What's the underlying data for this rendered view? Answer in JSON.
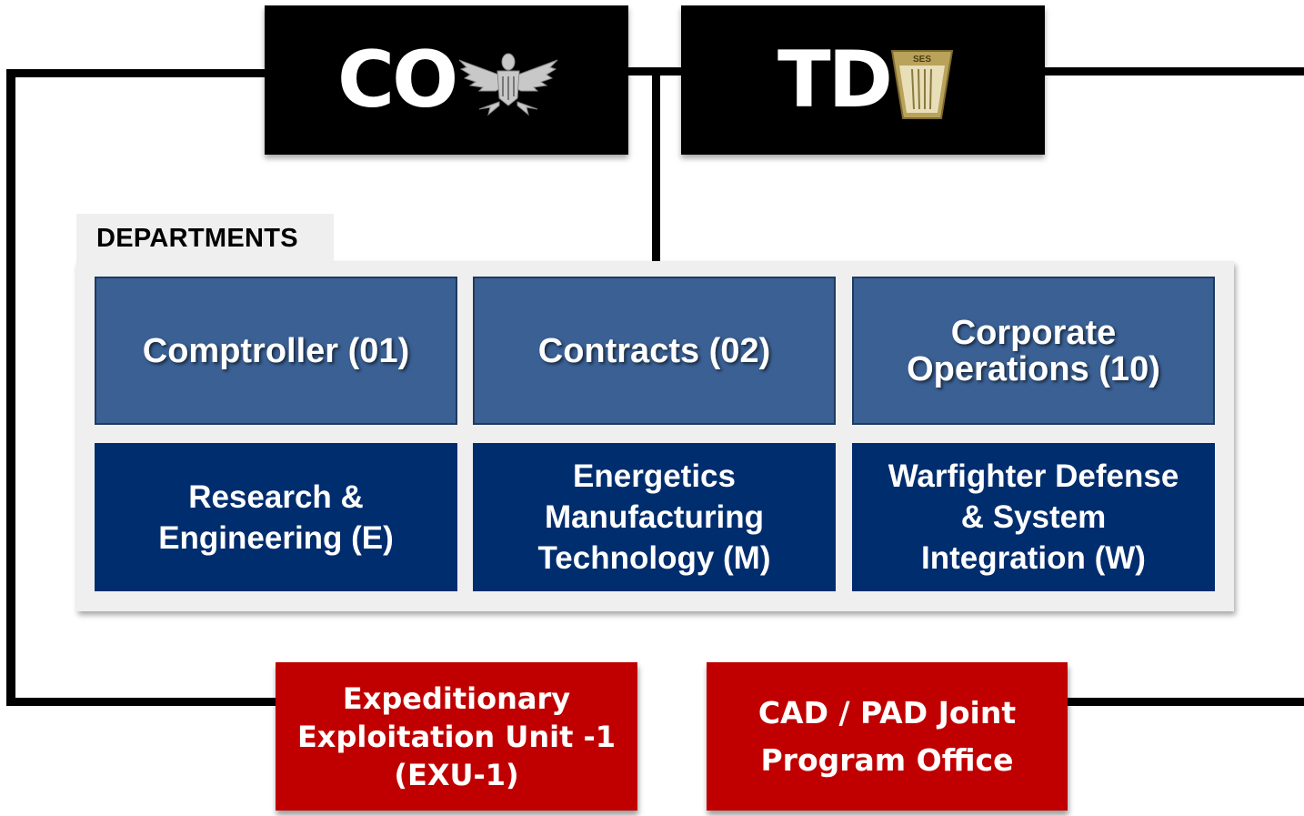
{
  "leaders": {
    "co": {
      "label": "CO",
      "insignia": "colonel-eagle-icon"
    },
    "td": {
      "label": "TD",
      "insignia": "ses-keystone-icon",
      "insignia_text": "SES"
    }
  },
  "departments": {
    "label": "DEPARTMENTS",
    "top_row": [
      {
        "name": "Comptroller (01)"
      },
      {
        "name": "Contracts (02)"
      },
      {
        "name": "Corporate Operations (10)",
        "lines": [
          "Corporate",
          "Operations (10)"
        ]
      }
    ],
    "bottom_row": [
      {
        "lines": [
          "Research &",
          "Engineering (E)"
        ]
      },
      {
        "lines": [
          "Energetics",
          "Manufacturing",
          "Technology (M)"
        ]
      },
      {
        "lines": [
          "Warfighter Defense",
          "& System",
          "Integration (W)"
        ]
      }
    ]
  },
  "units": [
    {
      "lines": [
        "Expeditionary",
        "Exploitation Unit -1",
        "(EXU-1)"
      ]
    },
    {
      "lines": [
        "CAD / PAD Joint",
        "Program Office"
      ]
    }
  ],
  "colors": {
    "leader_box": "#000000",
    "dept_top": "#3a6094",
    "dept_bottom": "#002d6e",
    "unit_box": "#c00000",
    "panel": "#efefef"
  }
}
